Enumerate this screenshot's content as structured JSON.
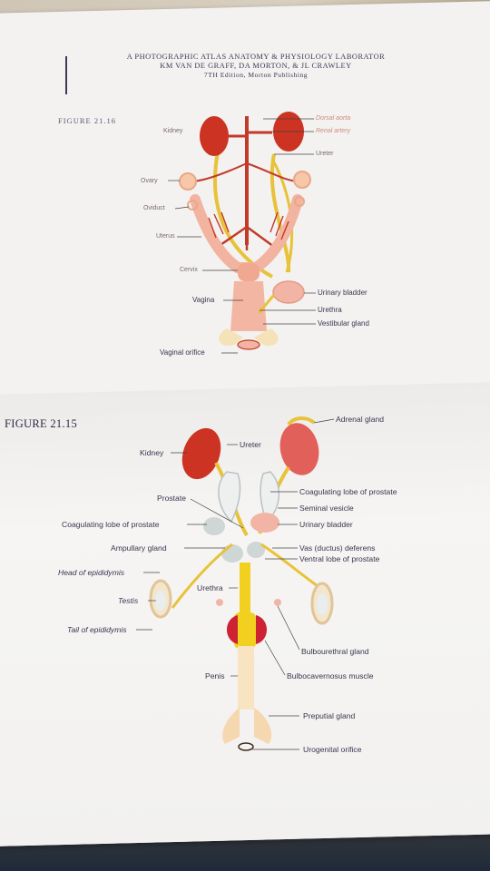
{
  "header": {
    "line1": "A PHOTOGRAPHIC ATLAS ANATOMY & PHYSIOLOGY LABORATOR",
    "line2": "KM VAN DE GRAFF, DA MORTON, & JL CRAWLEY",
    "line3": "7TH Edition, Morton Publishing"
  },
  "figure_top": {
    "label": "FIGURE 21.16",
    "labels": {
      "dorsal_aorta": "Dorsal aorta",
      "kidney": "Kidney",
      "renal_artery": "Renal artery",
      "ureter": "Ureter",
      "ovary": "Ovary",
      "oviduct": "Oviduct",
      "uterus": "Uterus",
      "cervix": "Cervix",
      "urinary_bladder": "Urinary bladder",
      "vagina": "Vagina",
      "urethra": "Urethra",
      "vestibular_gland": "Vestibular gland",
      "vaginal_orifice": "Vaginal orifice"
    }
  },
  "figure_bottom": {
    "label": "FIGURE 21.15",
    "labels": {
      "adrenal_gland": "Adrenal gland",
      "ureter": "Ureter",
      "kidney": "Kidney",
      "prostate": "Prostate",
      "coag_right": "Coagulating lobe of prostate",
      "seminal_vesicle": "Seminal vesicle",
      "coag_left": "Coagulating lobe of prostate",
      "urinary_bladder": "Urinary bladder",
      "ampullary_gland": "Ampullary gland",
      "vas_deferens": "Vas (ductus) deferens",
      "ventral_lobe": "Ventral lobe of prostate",
      "head_epididymis": "Head of epididymis",
      "urethra": "Urethra",
      "testis": "Testis",
      "tail_epididymis": "Tail of epididymis",
      "bulbourethral_gland": "Bulbourethral gland",
      "penis": "Penis",
      "bulbocavernosus": "Bulbocavernosus muscle",
      "preputial_gland": "Preputial gland",
      "urogenital_orifice": "Urogenital orifice"
    }
  },
  "colors": {
    "kidney": "#cc3322",
    "artery": "#c23a2a",
    "ureter": "#e8c23a",
    "uterus": "#f2b3a0",
    "yellow_duct": "#f2d020",
    "gland_gray": "#cfd6d6",
    "skin": "#f5d8b0"
  }
}
